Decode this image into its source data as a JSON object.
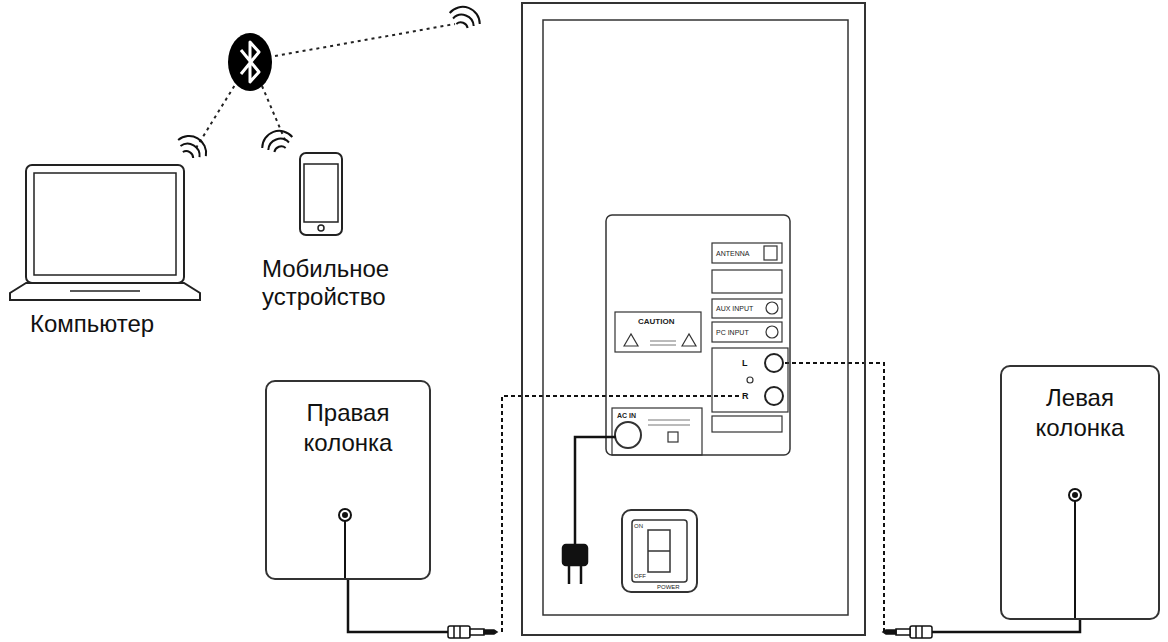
{
  "diagram": {
    "nodes": [
      {
        "text": [
          "Компьютер"
        ]
      },
      {
        "text": [
          "Мобильное устройство"
        ]
      },
      {
        "text": [
          "Правая колонка"
        ]
      },
      {
        "text": [
          "L"
        ]
      },
      {
        "text": [
          "R"
        ]
      },
      {
        "text": [
          "Левая колонка"
        ]
      }
    ],
    "edges": [
      {
        "from": 2,
        "to": 4,
        "arrow": "none"
      },
      {
        "from": 5,
        "to": 3,
        "arrow": "none"
      }
    ],
    "labels": [
      "ANTENNA",
      "AUX INPUT",
      "PC INPUT",
      "CAUTION",
      "AC IN",
      "ON",
      "OFF",
      "POWER"
    ]
  }
}
